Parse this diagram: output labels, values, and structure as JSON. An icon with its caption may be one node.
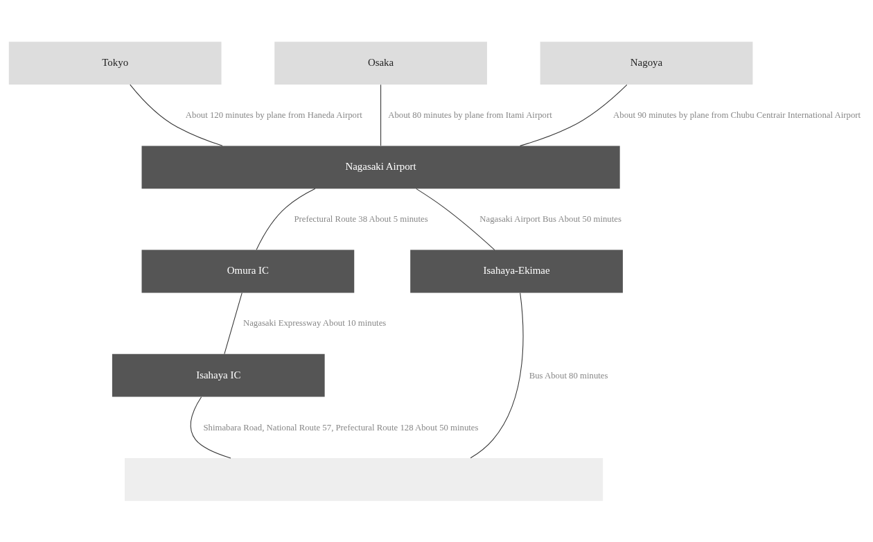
{
  "diagram": {
    "nodes": [
      {
        "text": [
          "Tokyo"
        ]
      },
      {
        "text": [
          "Osaka"
        ]
      },
      {
        "text": [
          "Nagoya"
        ]
      },
      {
        "text": [
          "Nagasaki Airport"
        ]
      },
      {
        "text": [
          "Omura IC"
        ]
      },
      {
        "text": [
          "Isahaya-Ekimae"
        ]
      },
      {
        "text": [
          "Isahaya IC"
        ]
      },
      {
        "text": [],
        "shape": "box"
      }
    ],
    "edges": [
      {
        "from": 0,
        "to": 3,
        "arrow": "none",
        "label": "About 120 minutes by plane from Haneda Airport"
      },
      {
        "from": 1,
        "to": 3,
        "arrow": "none",
        "label": "About 80 minutes by plane from Itami Airport"
      },
      {
        "from": 2,
        "to": 3,
        "arrow": "none",
        "label": "About 90 minutes by plane from Chubu Centrair International Airport"
      },
      {
        "from": 3,
        "to": 4,
        "arrow": "none",
        "label": "Prefectural Route 38 About 5 minutes"
      },
      {
        "from": 3,
        "to": 5,
        "arrow": "none",
        "label": "Nagasaki Airport Bus About 50 minutes"
      },
      {
        "from": 4,
        "to": 6,
        "arrow": "none",
        "label": "Nagasaki Expressway About 10 minutes"
      },
      {
        "from": 6,
        "to": 7,
        "arrow": "none",
        "label": "Shimabara Road, National Route 57, Prefectural Route 128 About 50 minutes"
      },
      {
        "from": 5,
        "to": 7,
        "arrow": "none",
        "label": "Bus About 80 minutes"
      }
    ]
  }
}
